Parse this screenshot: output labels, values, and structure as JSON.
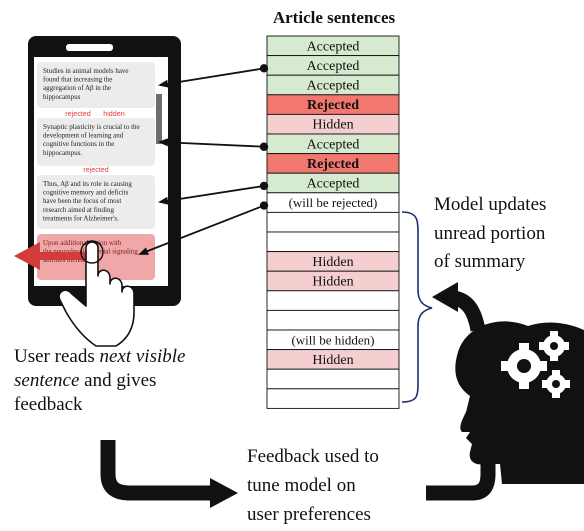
{
  "column_title": "Article sentences",
  "colors": {
    "accepted_fill": "#d6ead0",
    "rejected_fill": "#f2776f",
    "hidden_fill": "#f5cfcf",
    "empty_fill": "#ffffff",
    "phone_body": "#111111",
    "phone_screen": "#ffffff",
    "card_fill": "#ececec",
    "swipe_card_fill": "#f0a7a7",
    "swipe_arrow": "#d23c3c",
    "phone_marker_red": "#e53b3b",
    "ink": "#111111"
  },
  "sentence_rows": [
    {
      "state": "accepted",
      "label": "Accepted"
    },
    {
      "state": "accepted",
      "label": "Accepted"
    },
    {
      "state": "accepted",
      "label": "Accepted"
    },
    {
      "state": "rejected",
      "label": "Rejected"
    },
    {
      "state": "hidden",
      "label": "Hidden"
    },
    {
      "state": "accepted",
      "label": "Accepted"
    },
    {
      "state": "rejected",
      "label": "Rejected"
    },
    {
      "state": "accepted",
      "label": "Accepted"
    },
    {
      "state": "empty",
      "label": "(will be rejected)"
    },
    {
      "state": "empty",
      "label": ""
    },
    {
      "state": "empty",
      "label": ""
    },
    {
      "state": "hidden",
      "label": "Hidden"
    },
    {
      "state": "hidden",
      "label": "Hidden"
    },
    {
      "state": "empty",
      "label": ""
    },
    {
      "state": "empty",
      "label": ""
    },
    {
      "state": "empty",
      "label": "(will be hidden)"
    },
    {
      "state": "hidden",
      "label": "Hidden"
    },
    {
      "state": "empty",
      "label": ""
    },
    {
      "state": "empty",
      "label": ""
    }
  ],
  "phone_cards": [
    {
      "lines": [
        "Studies in animal models have",
        "found that increasing the",
        "aggregation of Aβ in the",
        "hippocampus"
      ],
      "links_to_row": 1
    },
    {
      "lines": [
        "Synaptic plasticity is crucial to the",
        "development of learning and",
        "cognitive functions in the",
        "hippocampus."
      ],
      "links_to_row": 5
    },
    {
      "lines": [
        "Thus, Aβ and its role in causing",
        "cognitive memory and deficits",
        "have been the focus of most",
        "research aimed at finding",
        "treatments for Alzheimer's."
      ],
      "links_to_row": 7
    },
    {
      "lines": [
        "Upon additional action with",
        "the neurodevelopmental signaling",
        "abilities increased"
      ],
      "links_to_row": 8
    }
  ],
  "phone_markers": [
    {
      "text": "rejected"
    },
    {
      "text": "hidden"
    },
    {
      "text": "rejected"
    }
  ],
  "model_updates_text": [
    "Model updates",
    "unread portion",
    "of summary"
  ],
  "user_reads_text": {
    "part1": "User reads ",
    "emphasis_line1": "next visible",
    "emphasis_line2": "sentence",
    "part2": " and gives",
    "part3": "feedback"
  },
  "feedback_text": [
    "Feedback used to",
    "tune model on",
    "user preferences"
  ]
}
